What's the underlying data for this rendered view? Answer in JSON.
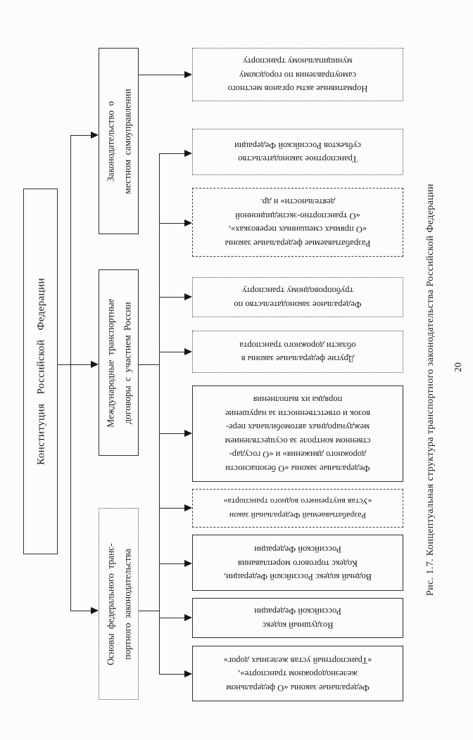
{
  "page": {
    "page_number": "20"
  },
  "caption": "Рис. 1.7.  Концептуальная структура транспортного законодательства Российской  Федерации",
  "diagram": {
    "root": {
      "label": "Конституция  Российской  Федерации"
    },
    "categories": [
      {
        "label": "Законодательство  о\nместном  самоуправлении"
      },
      {
        "label": "Международные транспортные\nдоговоры с участием России"
      },
      {
        "label": "Основы федерального транс-\nпортного законодательства"
      }
    ],
    "leaves": [
      {
        "text": "Нормативные акты органов местного\nсамоуправления по городскому\nмуниципальному транспорту"
      },
      {
        "text": "Транспортное  законодательство\nсубъектов Российской Федерации"
      },
      {
        "text": "Разрабатываемые федеральные законы\n«О прямых смешанных перевозках»,\n«О транспортно-экспедиционной\nдеятельности» и др."
      },
      {
        "text": "Федеральное законодательство по\nтрубопроводному транспорту"
      },
      {
        "text": "Другие федеральные законы  в\nобласти дорожного  транспорта"
      },
      {
        "text": "Федеральные законы «О безопасности\nдорожного движения»  и  «О государ-\nственном контроле за осуществлением\nмеждународных автомобильных пере-\nвозок и ответственности за нарушение\nпорядка их выполнения"
      },
      {
        "text": "Разрабатываемый Федеральный закон\n«Устав внутреннего водного транспорта»"
      },
      {
        "text": "Водный кодекс Российской Федерации,\nКодекс торгового мореплавания\nРоссийской  Федерации"
      },
      {
        "text": "Воздушный  кодекс\nРоссийской  Федерации"
      },
      {
        "text": "Федеральные законы  «О  федеральном\nжелезнодорожном  транспорте»,\n«Транспортный устав железных дорог»"
      }
    ]
  }
}
